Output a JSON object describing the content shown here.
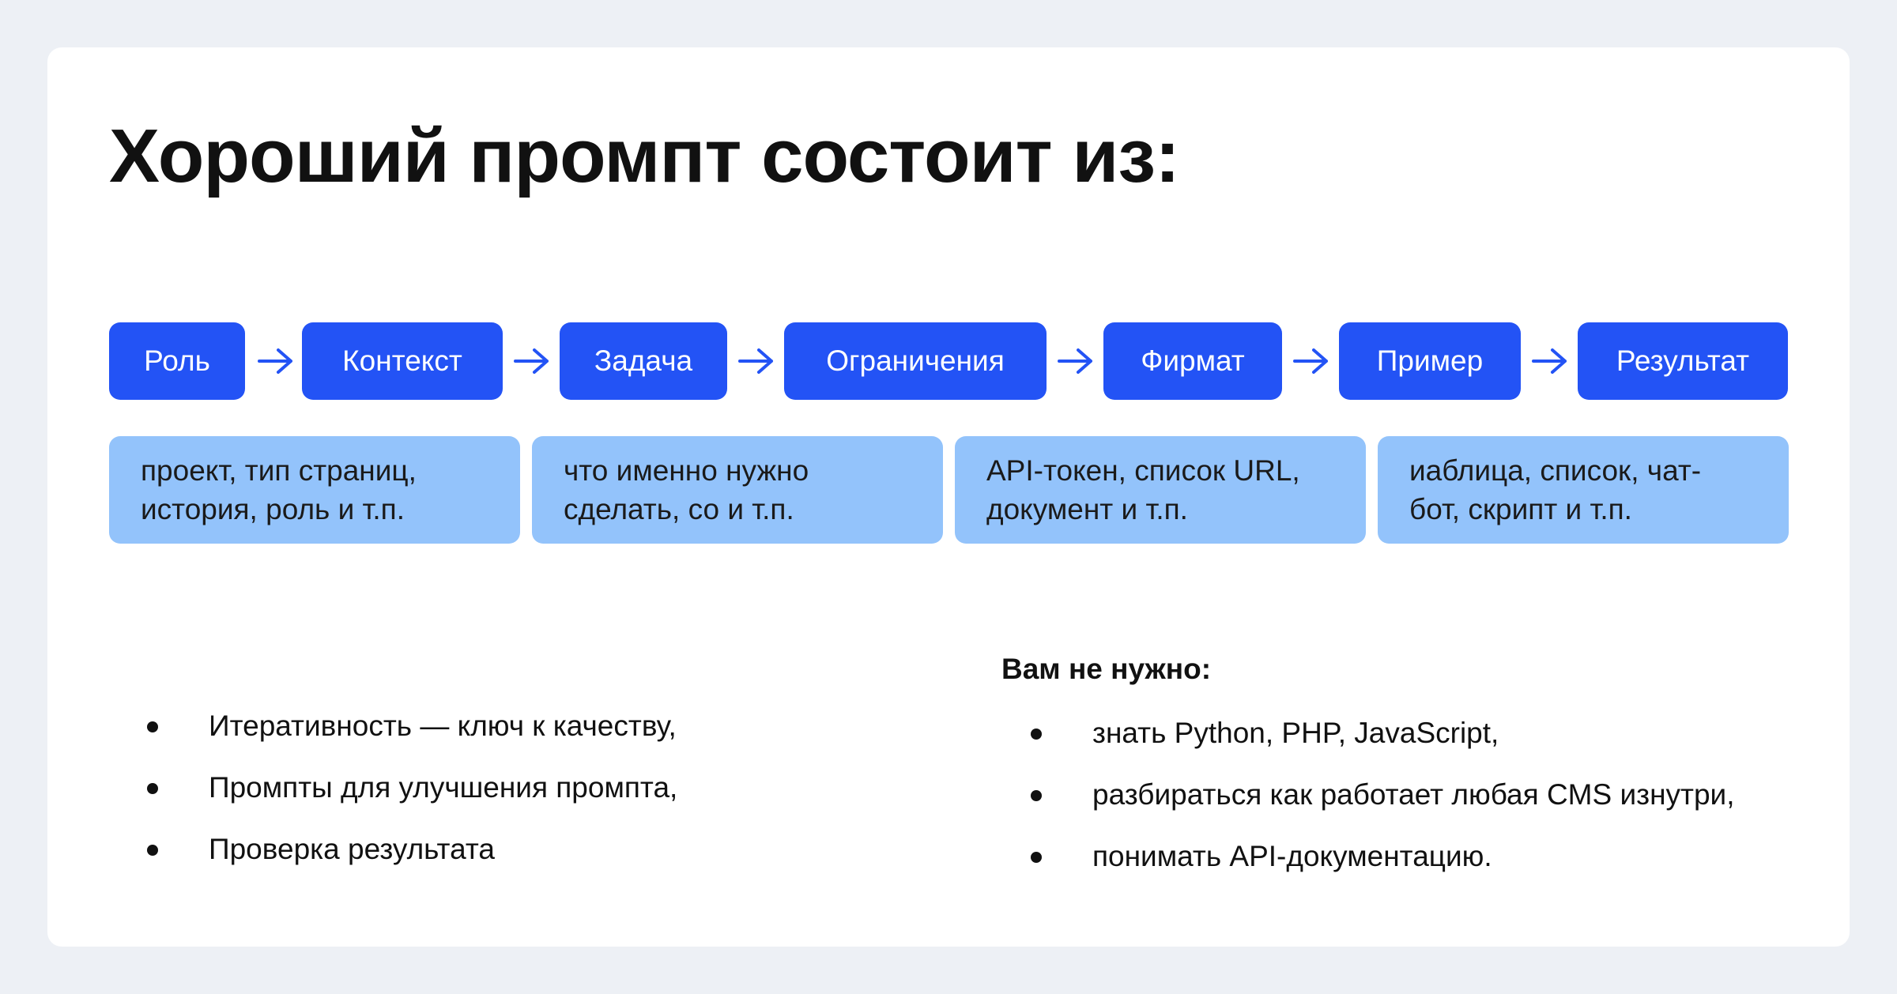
{
  "title": "Хороший промпт состоит из:",
  "accent_color": "#2353f5",
  "note_color": "#93c3fb",
  "steps": [
    {
      "label": "Роль"
    },
    {
      "label": "Контекст"
    },
    {
      "label": "Задача"
    },
    {
      "label": "Ограничения"
    },
    {
      "label": "Фирмат"
    },
    {
      "label": "Пример"
    },
    {
      "label": "Результат"
    }
  ],
  "notes": [
    {
      "line1": "проект, тип страниц,",
      "line2": "история, роль и т.п."
    },
    {
      "line1": "что именно нужно",
      "line2": "сделать, со и т.п."
    },
    {
      "line1": "API-токен, список URL,",
      "line2": "документ и т.п."
    },
    {
      "line1": "иаблица, список, чат-",
      "line2": "бот, скрипт и т.п."
    }
  ],
  "left_list": [
    "Итеративность — ключ к качеству,",
    "Промпты для улучшения промпта,",
    "Проверка результата"
  ],
  "right_heading": "Вам не нужно:",
  "right_list": [
    "знать Python, PHP, JavaScript,",
    "разбираться как работает любая CMS изнутри,",
    "понимать API-документацию."
  ]
}
